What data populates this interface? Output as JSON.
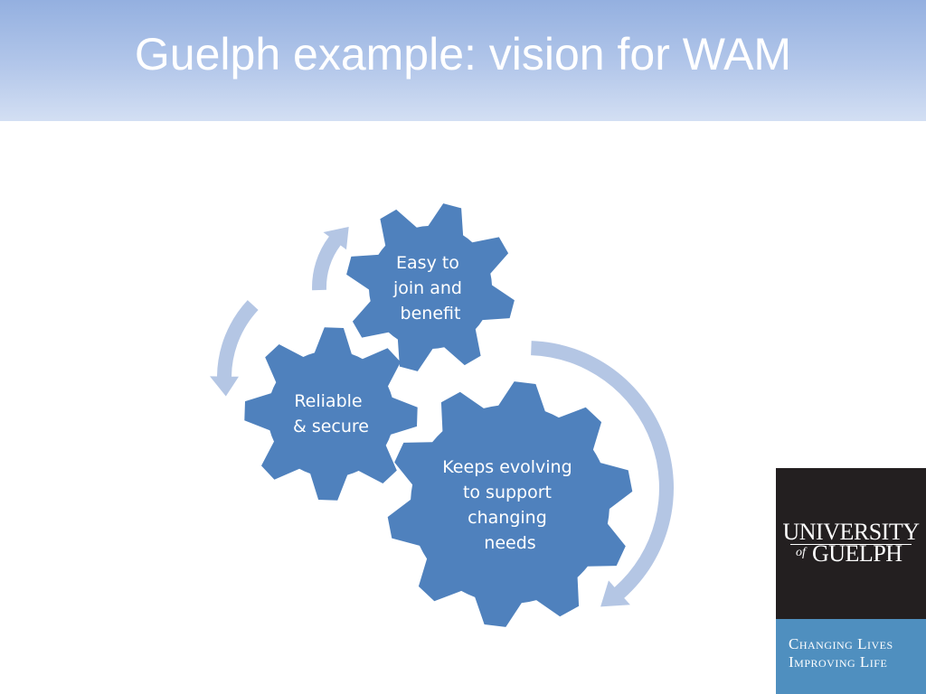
{
  "slide": {
    "title": "Guelph example: vision for WAM"
  },
  "cycle": {
    "gears": [
      {
        "lines": [
          "Easy to",
          "join and",
          "benefit"
        ]
      },
      {
        "lines": [
          "Reliable",
          "& secure"
        ]
      },
      {
        "lines": [
          "Keeps evolving",
          "to support",
          "changing",
          "needs"
        ]
      }
    ]
  },
  "logo": {
    "university": "UNIVERSITY",
    "of": "of",
    "guelph": "GUELPH",
    "tagline_1": "Changing Lives",
    "tagline_2": "Improving Life"
  },
  "colors": {
    "gear": "#4f81bd",
    "arrow": "#b4c6e4",
    "title_band": "#94b0e0",
    "logo_dark": "#231f20",
    "logo_blue": "#4f8fbf"
  }
}
